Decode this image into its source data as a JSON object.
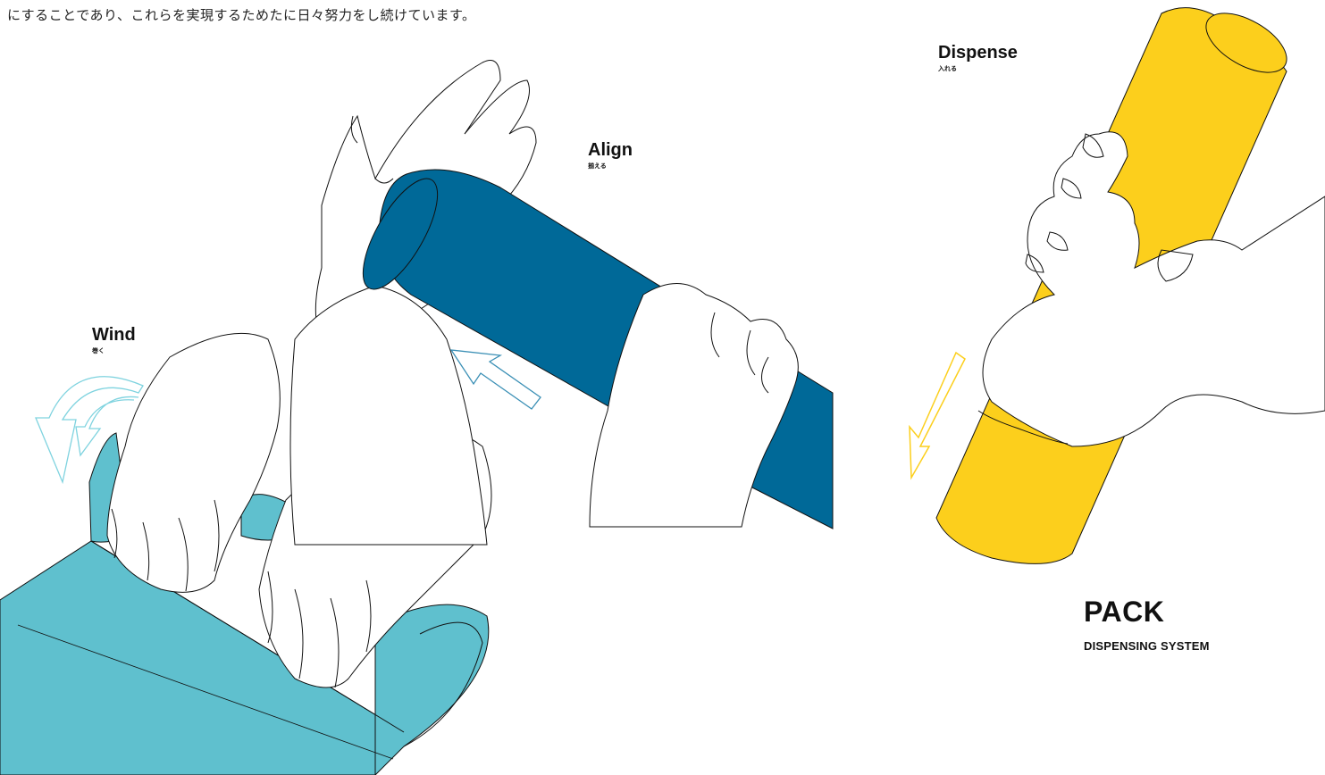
{
  "intro_text": "にすることであり、これらを実現するためたに日々努力をし続けています。",
  "steps": {
    "wind": {
      "label": "Wind",
      "label_jp": "巻く"
    },
    "align": {
      "label": "Align",
      "label_jp": "揃える"
    },
    "dispense": {
      "label": "Dispense",
      "label_jp": "入れる"
    }
  },
  "brand": {
    "title": "PACK",
    "subtitle": "DISPENSING SYSTEM"
  },
  "colors": {
    "wind_teal": "#5fc0ce",
    "align_blue": "#006998",
    "dispense_yellow": "#fccf1c",
    "outline": "#111111"
  },
  "icons": {
    "wind_arrow": "curved-arrow-icon",
    "align_arrow": "outline-arrow-icon",
    "dispense_arrow": "outline-arrow-icon"
  }
}
